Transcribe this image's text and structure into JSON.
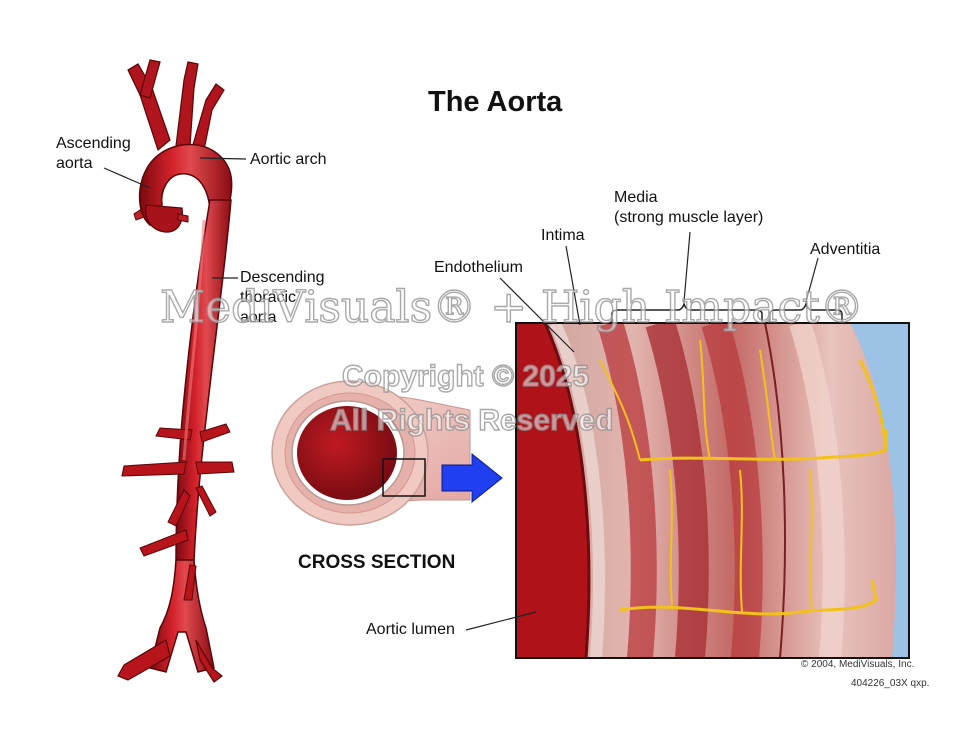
{
  "title": "The Aorta",
  "labels": {
    "ascending_line1": "Ascending",
    "ascending_line2": "aorta",
    "aortic_arch": "Aortic arch",
    "descending_line1": "Descending",
    "descending_line2": "thoracic",
    "descending_line3": "aorta",
    "endothelium": "Endothelium",
    "intima": "Intima",
    "media_line1": "Media",
    "media_line2": "(strong muscle layer)",
    "adventitia": "Adventitia",
    "aortic_lumen": "Aortic lumen",
    "cross_section": "CROSS SECTION"
  },
  "credits": {
    "copyright": "© 2004, MediVisuals, Inc.",
    "file_code": "404226_03X qxp."
  },
  "watermark": {
    "brand": "MediVisuals® + High Impact®",
    "line1": "Copyright © 2025",
    "line2": "All Rights Reserved"
  },
  "colors": {
    "artery_red": "#c0141e",
    "artery_dark": "#7a0a10",
    "muscle_pink": "#d9a3a0",
    "lumen_red": "#b0121a",
    "nerve_yellow": "#f2c21a",
    "sky_blue": "#9cc3e6",
    "arrow_blue": "#1f3ff0"
  }
}
